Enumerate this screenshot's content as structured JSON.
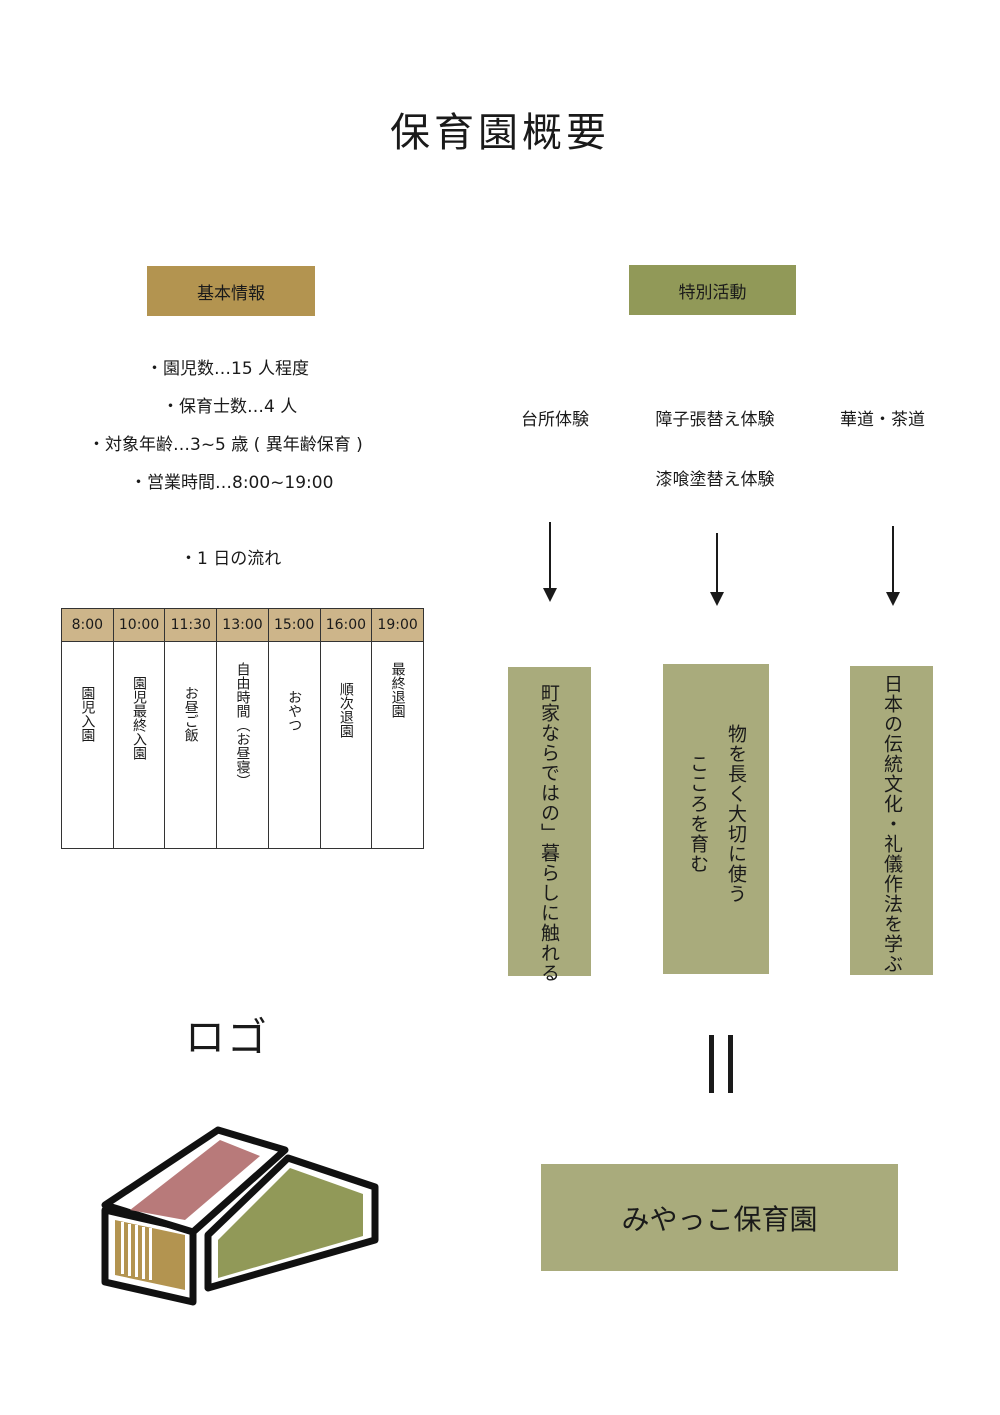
{
  "title": "保育園概要",
  "basic": {
    "header": "基本情報",
    "items": [
      "・園児数…15 人程度",
      "・保育士数…4 人",
      "・対象年齢…3~5 歳 ( 異年齢保育 )",
      "・営業時間…8:00~19:00"
    ],
    "flow_label": "・1 日の流れ"
  },
  "schedule": {
    "times": [
      "8:00",
      "10:00",
      "11:30",
      "13:00",
      "15:00",
      "16:00",
      "19:00"
    ],
    "activities": [
      "園児入園",
      "園児最終入園",
      "お昼ご飯",
      "自由時間（お昼寝）",
      "おやつ",
      "順次退園",
      "最終退園"
    ]
  },
  "special": {
    "header": "特別活動",
    "activities": [
      "台所体験",
      "障子張替え体験",
      "華道・茶道",
      "漆喰塗替え体験"
    ],
    "outcomes": {
      "left": "町家ならではの」暮らしに触れる",
      "middle_right": "物を長く大切に使う",
      "middle_left": "こころを育む",
      "right": "日本の伝統文化・礼儀作法を学ぶ"
    }
  },
  "logo": {
    "label": "ロゴ",
    "colors": {
      "roof": "#b87a7a",
      "wall": "#919958",
      "window": "#b39450"
    }
  },
  "school_name": "みやっこ保育園"
}
